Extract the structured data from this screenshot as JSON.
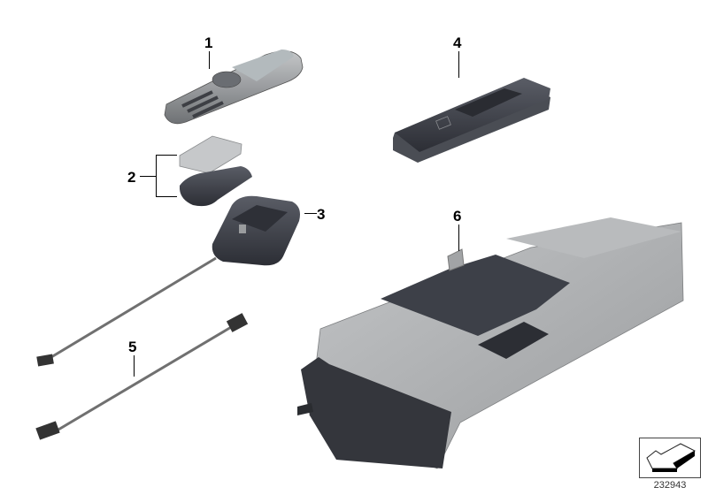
{
  "diagram": {
    "type": "exploded parts illustration",
    "callouts": [
      {
        "number": "1",
        "part": "handset"
      },
      {
        "number": "2",
        "part": "battery and battery cover"
      },
      {
        "number": "3",
        "part": "charging cradle with cable"
      },
      {
        "number": "4",
        "part": "control module"
      },
      {
        "number": "5",
        "part": "connection cable"
      },
      {
        "number": "6",
        "part": "mounting bracket / holder tray"
      }
    ],
    "reference_number": "232943",
    "direction_icon": "arrow-icon"
  },
  "colors": {
    "dark_plastic": "#3c3f48",
    "metal_gray": "#a9abad",
    "screen_gray": "#b9bec0",
    "line": "#000000"
  }
}
